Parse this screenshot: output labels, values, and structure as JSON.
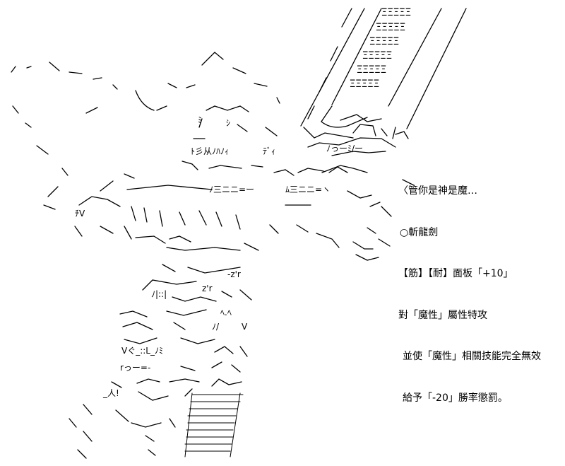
{
  "caption": {
    "card_name": "〈管你是神是魔…",
    "card_subtitle": "○斬龍劍",
    "stats_line": "【筋】【耐】面板「+10」",
    "effect_line_1": "對「魔性」屬性特攻",
    "effect_line_2": "並使「魔性」相關技能完全無效",
    "effect_line_3": "給予「-20」勝率懲罰。"
  },
  "art": {
    "sword_blade_tiles": [
      "ΞΞΞΞΞ",
      "ΞΞΞΞΞ",
      "ΞΞΞΞΞ",
      "ΞΞΞΞΞ",
      "ΞΞΞΞΞ",
      "ΞΞΞΞΞ"
    ],
    "face_marks": [
      "ﾐ",
      "ｼ",
      "ﾄ彡从ﾉﾊﾉｨ",
      "ﾃﾞｨ",
      "ﾉっーﾐ/ー",
      "ﾉ三ニニ=ー",
      "ﾑ三ニニ=ヽ",
      "ﾁV",
      "ﾉ|::|",
      "z'r",
      "-z'r",
      "ﾍ.ﾍ",
      "ﾉ/",
      "V",
      "Vぐ_::L_ﾉﾐ",
      "rっー=-",
      "_人!"
    ],
    "accent_color": "#000000"
  }
}
